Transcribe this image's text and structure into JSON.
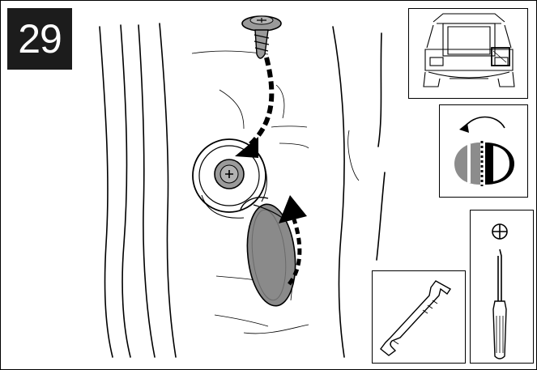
{
  "step": {
    "number": "29"
  },
  "illustration": {
    "main": "lift-cover-and-remove-screw",
    "direction_icon": "rotate-side-indicator",
    "tool_1_icon": "phillips-screwdriver-icon",
    "tool_1_symbol": "⊕",
    "tool_2_icon": "trim-removal-tool-icon",
    "location_icon": "car-rear-open-tailgate-icon"
  },
  "colors": {
    "ink": "#000000",
    "cover_gray": "#8a8a8a",
    "screw_gray": "#9a9a9a",
    "side_gray": "#8c8c8c",
    "badge": "#1c1c1c"
  }
}
